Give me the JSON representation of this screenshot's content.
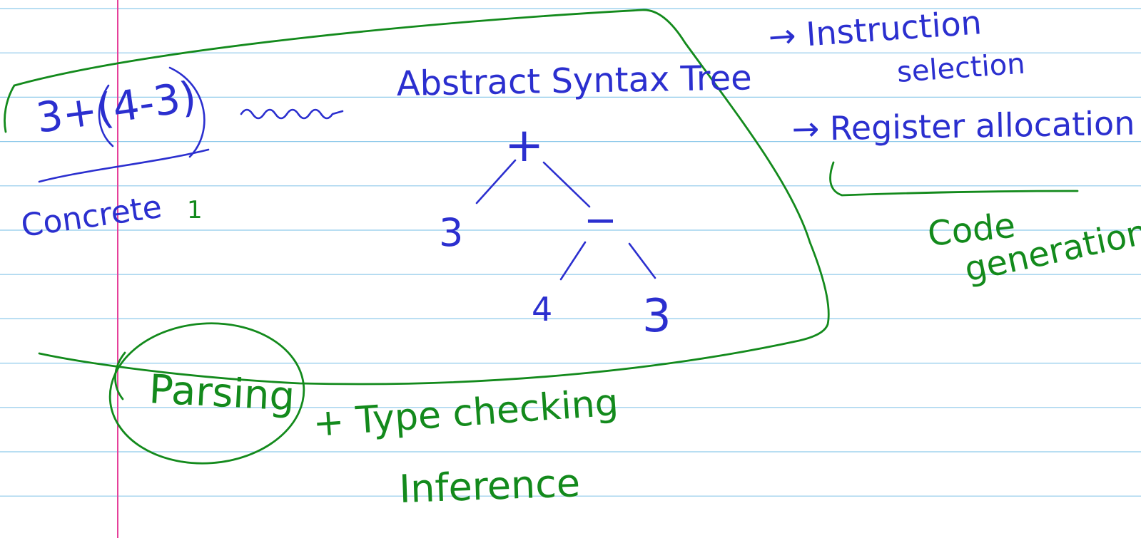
{
  "colors": {
    "paper": "#ffffff",
    "rule_line": "#8ec9ea",
    "margin_line": "#e6409a",
    "ink_blue": "#2b2fcf",
    "ink_green": "#138a1c"
  },
  "notes": {
    "expression": "3+(4-3)",
    "concrete": "Concrete",
    "tick": "1",
    "ast_title": "Abstract Syntax Tree",
    "tree": {
      "root": "+",
      "left": "3",
      "right_op": "−",
      "right_left": "4",
      "right_right": "3"
    },
    "instruction": "→ Instruction",
    "selection": "selection",
    "register": "→ Register allocation",
    "code": "Code",
    "generation": "generation",
    "parsing": "Parsing",
    "type_checking": "+ Type checking",
    "inference": "Inference"
  }
}
